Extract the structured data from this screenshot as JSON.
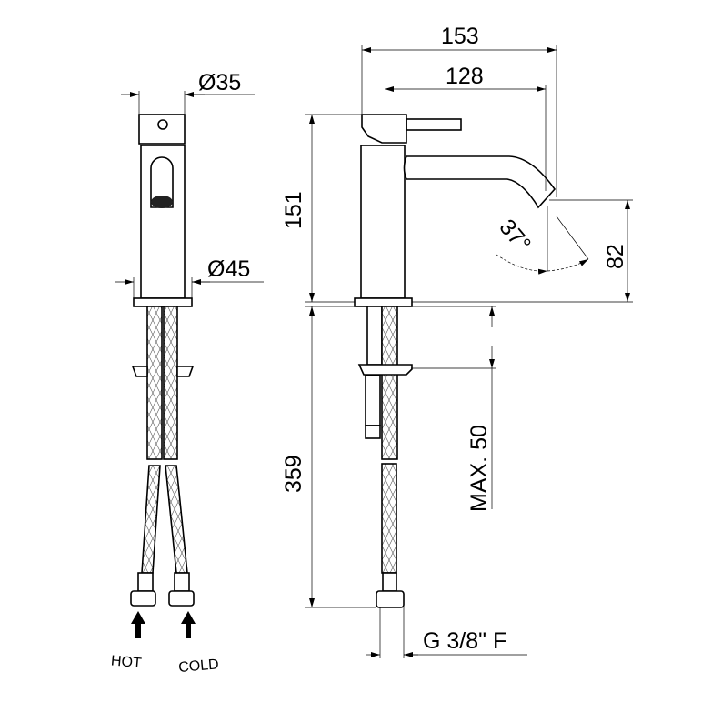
{
  "drawing": {
    "front_view": {
      "dim_top_diameter": "Ø35",
      "dim_base_diameter": "Ø45",
      "hot_label": "HOT",
      "cold_label": "COLD"
    },
    "side_view": {
      "dim_overall_reach": "153",
      "dim_spout_reach": "128",
      "dim_height": "151",
      "dim_spout_height": "82",
      "dim_spout_angle": "37°",
      "dim_hose_length": "359",
      "dim_max_thickness": "MAX. 50",
      "dim_connection": "G 3/8\" F"
    },
    "colors": {
      "line": "#000000",
      "background": "#ffffff"
    }
  }
}
